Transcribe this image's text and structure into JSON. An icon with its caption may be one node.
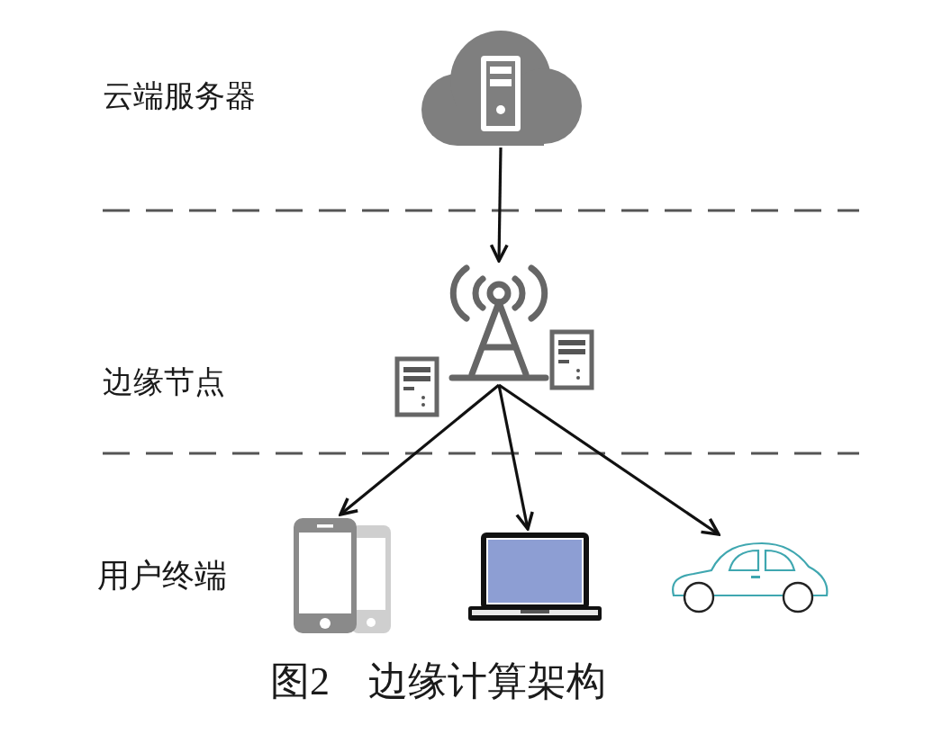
{
  "diagram": {
    "caption": "图2 边缘计算架构",
    "nodes": [
      {
        "text": [],
        "shape": "picture"
      },
      {
        "text": [],
        "shape": "picture"
      },
      {
        "text": [],
        "shape": "picture"
      },
      {
        "text": [],
        "shape": "picture"
      },
      {
        "text": [],
        "shape": "picture"
      }
    ],
    "edges": [
      {
        "from": 0,
        "to": 1,
        "arrow": "to"
      },
      {
        "from": 1,
        "to": 2,
        "arrow": "to"
      },
      {
        "from": 1,
        "to": 3,
        "arrow": "to"
      },
      {
        "from": 1,
        "to": 4,
        "arrow": "to"
      }
    ],
    "labels": [
      "云端服务器",
      "边缘节点",
      "用户终端"
    ]
  }
}
